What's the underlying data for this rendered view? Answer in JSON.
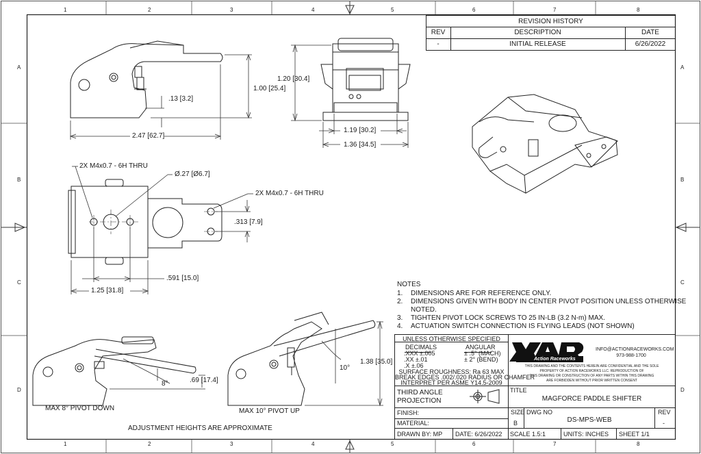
{
  "border": {
    "cols": [
      "1",
      "2",
      "3",
      "4",
      "5",
      "6",
      "7",
      "8"
    ],
    "rows": [
      "A",
      "B",
      "C",
      "D"
    ]
  },
  "revision": {
    "title": "REVISION HISTORY",
    "headers": [
      "REV",
      "DESCRIPTION",
      "DATE"
    ],
    "row": [
      "-",
      "INITIAL RELEASE",
      "6/26/2022"
    ]
  },
  "dims": {
    "top_height": "1.00 [25.4]",
    "top_gap": ".13 [3.2]",
    "top_length": "2.47 [62.7]",
    "front_height": "1.20 [30.4]",
    "front_inner_w": "1.19 [30.2]",
    "front_w": "1.36 [34.5]",
    "hole_left": "2X  M4x0.7 - 6H THRU",
    "diameter": "Ø.27 [Ø6.7]",
    "hole_right": "2X  M4x0.7 - 6H THRU",
    "spacing_vert": ".313 [7.9]",
    "spacing_h": ".591 [15.0]",
    "base_w": "1.25 [31.8]",
    "angle_down": "8°",
    "height_down": ".69 [17.4]",
    "angle_up": "10°",
    "height_up": "1.38 [35.0]"
  },
  "views": {
    "pivot_down": "MAX 8° PIVOT DOWN",
    "pivot_up": "MAX 10° PIVOT UP",
    "adjust_note": "ADJUSTMENT HEIGHTS ARE APPROXIMATE"
  },
  "notes": {
    "title": "NOTES",
    "items": [
      {
        "num": "1.",
        "text": "DIMENSIONS ARE FOR REFERENCE ONLY."
      },
      {
        "num": "2.",
        "text": "DIMENSIONS GIVEN WITH BODY IN CENTER PIVOT POSITION UNLESS OTHERWISE"
      },
      {
        "num": "",
        "text": "NOTED."
      },
      {
        "num": "3.",
        "text": "TIGHTEN PIVOT LOCK SCREWS TO 25 IN-LB (3.2 N-m) MAX."
      },
      {
        "num": "4.",
        "text": "ACTUATION SWITCH CONNECTION IS FLYING LEADS (NOT SHOWN)"
      }
    ]
  },
  "tolerance": {
    "header": "UNLESS OTHERWISE SPECIFIED",
    "decimals": "DECIMALS",
    "angular": "ANGULAR",
    "d1": ".XXX  ±.005",
    "d2": ".XX   ±.01",
    "d3": ".X    ±.06",
    "a1": "± .5° (MACH)",
    "a2": "± 2° (BEND)",
    "f1": "SURFACE ROUGHNESS: Ra 63 MAX",
    "f2": "BREAK EDGES .002/.020 RADIUS OR CHAMFER",
    "f3": "INTERPRET PER ASME Y14.5-2009"
  },
  "company": {
    "logo": "AR",
    "logo_sub": "Action Raceworks",
    "email": "INFO@ACTIONRACEWORKS.COM",
    "phone": "973-988-1700",
    "conf1": "THIS DRAWING AND THE CONTENTS HEREIN ARE CONFIDENTIAL AND THE SOLE",
    "conf2": "PROPERTY OF ACTION RACEWORKS LLC. REPRODUCTION OF",
    "conf3": "THIS DRAWING OR CONSTRUCTION OF ANY PARTS WITHIN THIS DRAWING",
    "conf4": "ARE FORBIDDEN WITHOUT PRIOR WRITTEN CONSENT"
  },
  "titleblock": {
    "projection1": "THIRD ANGLE",
    "projection2": "PROJECTION",
    "title_label": "TITLE",
    "title": "MAGFORCE PADDLE SHIFTER",
    "finish": "FINISH:",
    "material": "MATERIAL:",
    "size_label": "SIZE",
    "size": "B",
    "dwg_label": "DWG NO",
    "dwg": "DS-MPS-WEB",
    "rev_label": "REV",
    "rev": "-",
    "drawn": "DRAWN BY: MP",
    "date": "DATE:  6/26/2022",
    "scale": "SCALE  1.5:1",
    "units": "UNITS:   INCHES",
    "sheet": "SHEET  1/1"
  }
}
